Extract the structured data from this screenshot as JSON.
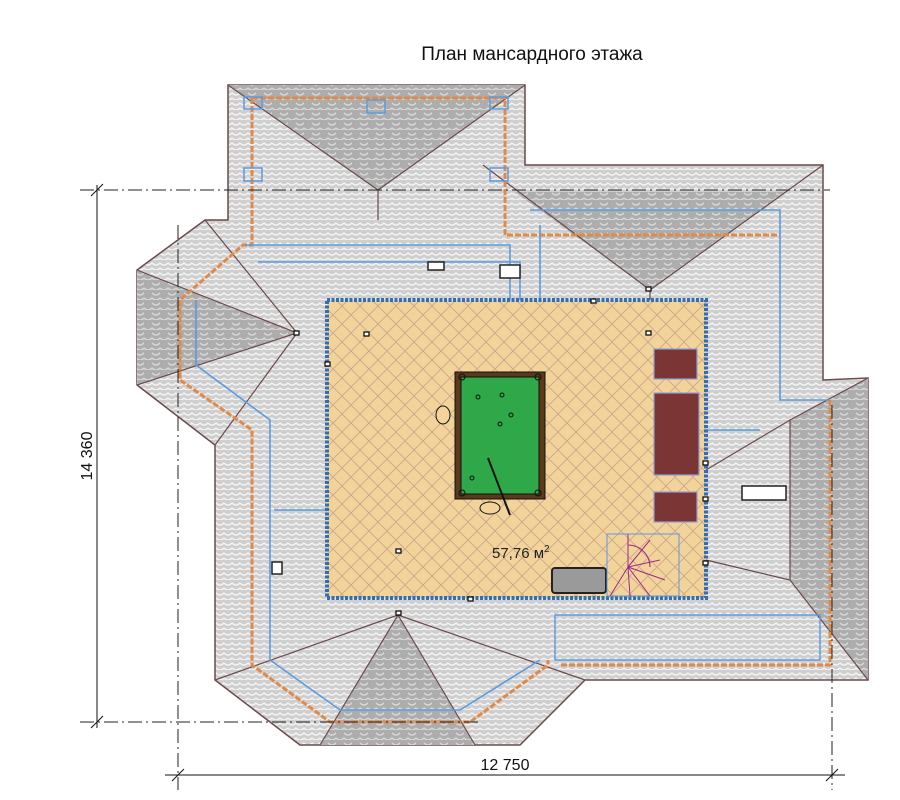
{
  "title": "План мансардного этажа",
  "dimensions": {
    "height": "14 360",
    "width": "12 750"
  },
  "room": {
    "area_value": "57,76 м",
    "area_sup": "2"
  },
  "colors": {
    "roof": "#c9c9c9",
    "roof_dark": "#a9a9a9",
    "floor": "#f2d39a",
    "wall": "#2f6fb8",
    "eaves": "#e08a4a",
    "gutter": "#5b9be0",
    "ridge": "#6b4a4a",
    "table": "#2fa84a",
    "sofa": "#7b3535"
  }
}
